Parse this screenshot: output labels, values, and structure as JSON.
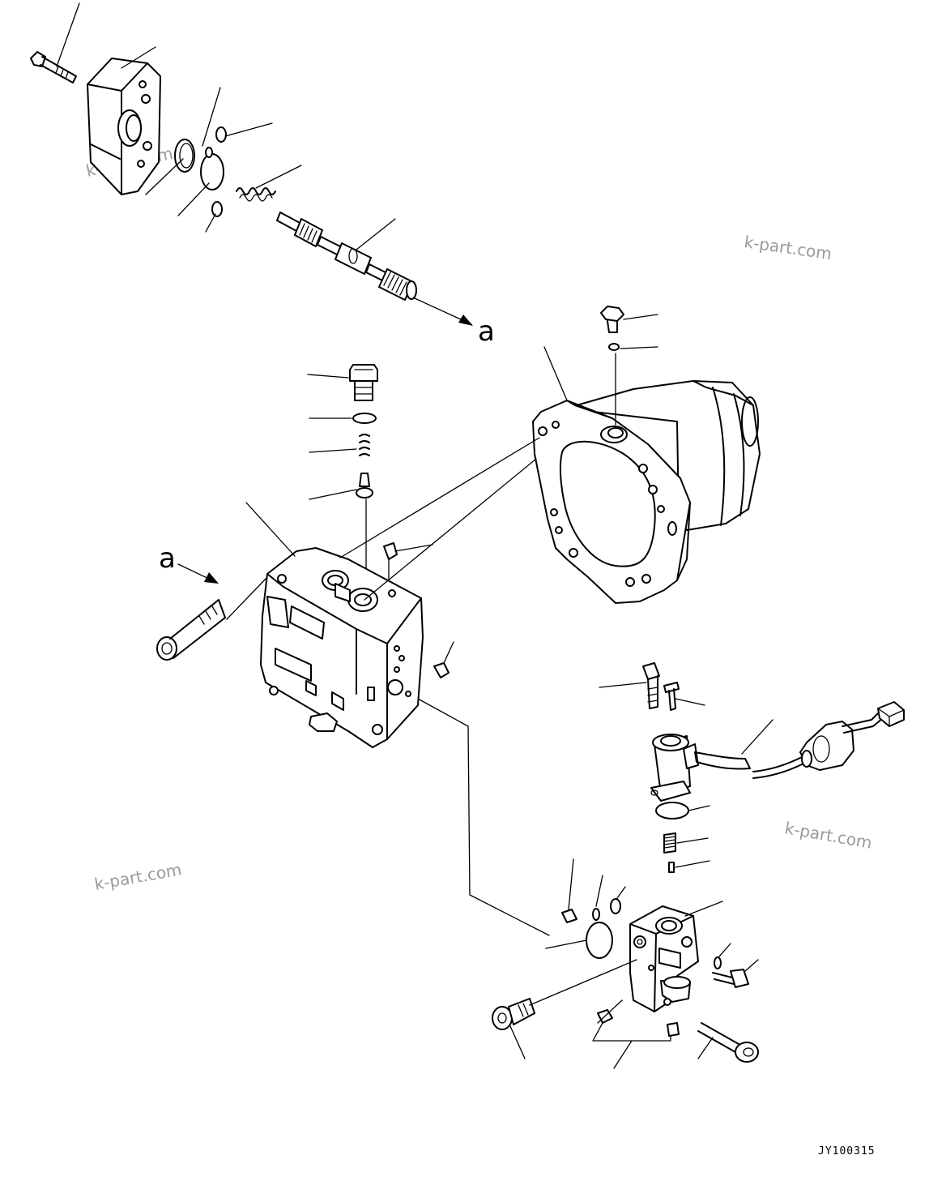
{
  "diagram": {
    "callout_letter": "a",
    "watermark": "k-part.com",
    "figure_code": "JY100315"
  }
}
